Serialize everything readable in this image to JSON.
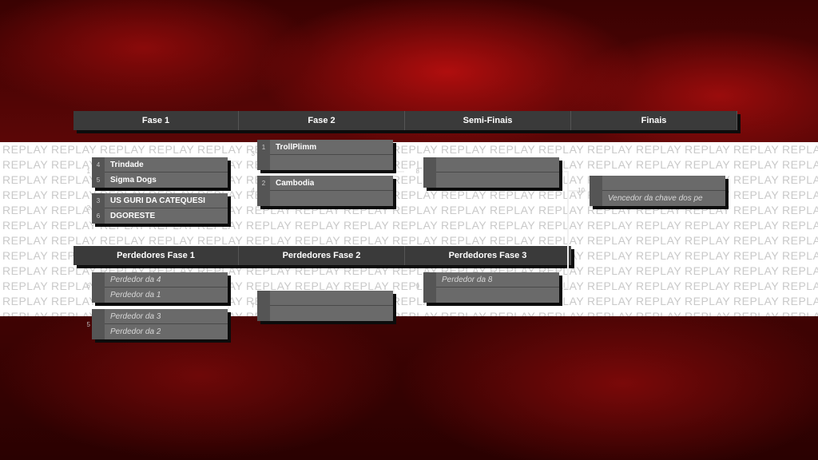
{
  "watermark": {
    "word": "REPLAY"
  },
  "headers": {
    "fase1": "Fase 1",
    "fase2": "Fase 2",
    "semifinais": "Semi-Finais",
    "finais": "Finais",
    "perd_fase1": "Perdedores Fase 1",
    "perd_fase2": "Perdedores Fase 2",
    "perd_fase3": "Perdedores Fase 3"
  },
  "matches": {
    "m1": {
      "num": "1",
      "top": {
        "seed": "4",
        "team": "Trindade"
      },
      "bot": {
        "seed": "5",
        "team": "Sigma Dogs"
      }
    },
    "m2": {
      "num": "2",
      "top": {
        "seed": "3",
        "team": "US GURI DA CATEQUESI"
      },
      "bot": {
        "seed": "6",
        "team": "DGORESTE"
      }
    },
    "m3": {
      "num": "3",
      "top": {
        "seed": "1",
        "team": "TrollPlimm"
      },
      "bot": {
        "seed": "",
        "team": ""
      }
    },
    "m4": {
      "num": "4",
      "top": {
        "seed": "2",
        "team": "Cambodia"
      },
      "bot": {
        "seed": "",
        "team": ""
      }
    },
    "m8": {
      "num": "8",
      "top": {
        "seed": "",
        "team": ""
      },
      "bot": {
        "seed": "",
        "team": ""
      }
    },
    "m10": {
      "num": "10",
      "top": {
        "seed": "",
        "team": ""
      },
      "bot": {
        "seed": "",
        "team": "Vencedor da chave dos pe"
      }
    },
    "m6": {
      "num": "6",
      "top": {
        "seed": "",
        "team": "Perdedor da 4"
      },
      "bot": {
        "seed": "",
        "team": "Perdedor da 1"
      }
    },
    "m5": {
      "num": "5",
      "top": {
        "seed": "",
        "team": "Perdedor da 3"
      },
      "bot": {
        "seed": "",
        "team": "Perdedor da 2"
      }
    },
    "m7": {
      "num": "7",
      "top": {
        "seed": "",
        "team": ""
      },
      "bot": {
        "seed": "",
        "team": ""
      }
    },
    "m9": {
      "num": "9",
      "top": {
        "seed": "",
        "team": "Perdedor da 8"
      },
      "bot": {
        "seed": "",
        "team": ""
      }
    }
  },
  "colors": {
    "background": "#5a0606",
    "header_bg": "#3a3a3a",
    "slot_bg": "#6a6a6a",
    "seed_bg": "#555555",
    "shadow": "#0c0c0c"
  }
}
